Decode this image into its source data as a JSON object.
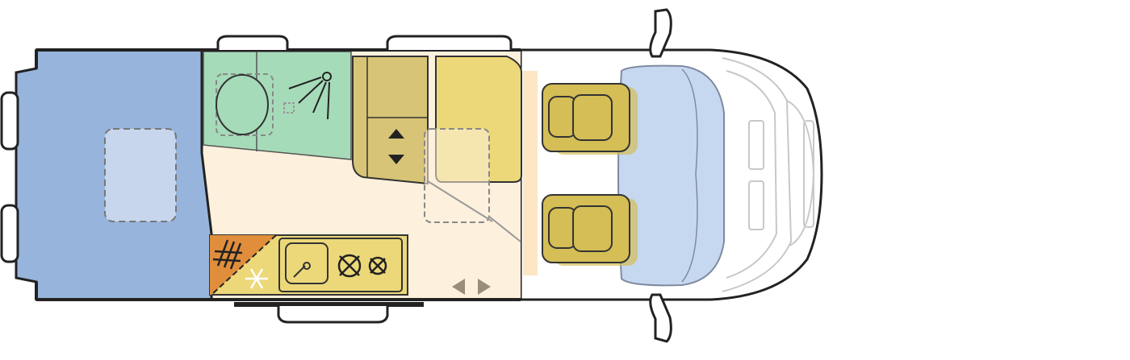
{
  "floorplan": {
    "colors": {
      "bed": "#97b4dd",
      "bed_dark": "#c7d6ec",
      "bathroom": "#a6dbb9",
      "floor": "#fdf0dc",
      "cabinet": "#d7c476",
      "bench": "#ecd879",
      "fridge": "#eec25a",
      "oven": "#e08e3c",
      "cab_seat": "#d4be55",
      "windshield": "#c5d8f0",
      "outline": "#222222",
      "cab_line": "#c8c8c8"
    },
    "zones": [
      {
        "id": "rear-bed"
      },
      {
        "id": "bathroom"
      },
      {
        "id": "living-floor"
      },
      {
        "id": "wardrobe"
      },
      {
        "id": "lift-cabinet"
      },
      {
        "id": "dinette-bench"
      },
      {
        "id": "kitchen"
      },
      {
        "id": "cab"
      }
    ],
    "icons": [
      "toilet-icon",
      "shower-icon",
      "up-down-arrows-icon",
      "oven-icon",
      "snowflake-icon",
      "sink-icon",
      "burner-icon",
      "sliding-door-arrows-icon",
      "driver-seat-icon",
      "passenger-seat-icon",
      "side-mirror-icon"
    ]
  }
}
